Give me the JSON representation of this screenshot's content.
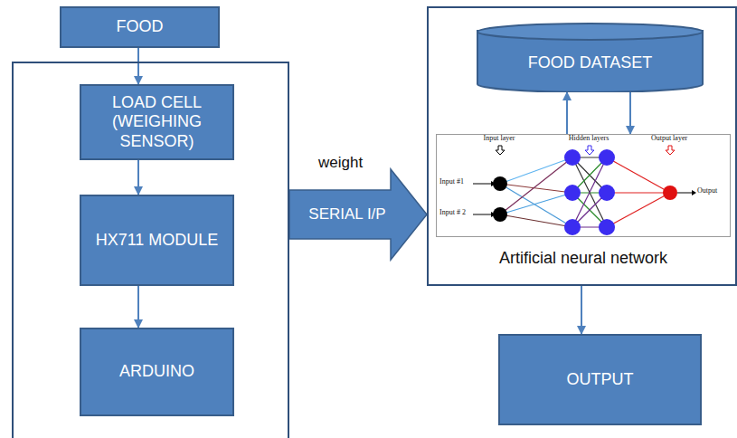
{
  "diagram": {
    "nodes": [
      {
        "text": [
          "FOOD"
        ]
      },
      {
        "text": []
      },
      {
        "text": [
          "LOAD CELL (WEIGHING SENSOR)"
        ],
        "in": 1
      },
      {
        "text": [
          "HX711 MODULE"
        ],
        "in": 1
      },
      {
        "text": [
          "ARDUINO"
        ],
        "in": 1
      },
      {
        "text": []
      },
      {
        "text": [
          "FOOD DATASET"
        ],
        "in": 5
      },
      {
        "text": [
          "Artificial neural network"
        ],
        "in": 5
      },
      {
        "text": [
          "OUTPUT"
        ]
      }
    ],
    "edges": [
      {
        "from": 0,
        "to": 2,
        "arrow": "to"
      },
      {
        "from": 2,
        "to": 3,
        "arrow": "to"
      },
      {
        "from": 3,
        "to": 4,
        "arrow": "to"
      },
      {
        "from": 1,
        "to": 5,
        "label": "SERIAL I/P",
        "arrow": "to"
      },
      {
        "from": 7,
        "to": 6,
        "arrow": "to"
      },
      {
        "from": 6,
        "to": 7,
        "arrow": "to"
      },
      {
        "from": 5,
        "to": 8,
        "arrow": "to"
      }
    ],
    "labels": [
      "weight",
      "Input layer",
      "Hidden layers",
      "Output layer",
      "Input #1",
      "Input # 2",
      "Output"
    ]
  }
}
